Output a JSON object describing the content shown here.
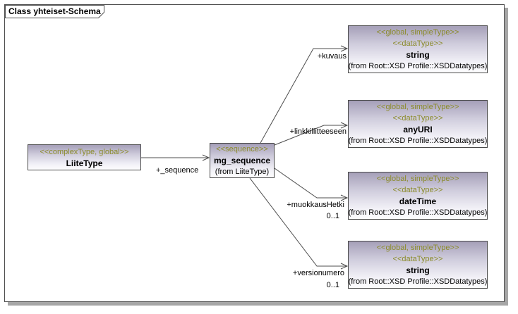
{
  "diagram": {
    "title": "Class yhteiset-Schema"
  },
  "colors": {
    "stereotype_text": "#8b8b2a",
    "box_gradient_top": "#a59fb8",
    "box_gradient_bottom": "#fdfdfe",
    "box_border": "#4a4a4a",
    "frame_border": "#4f4f4f",
    "connector": "#4d4d4d",
    "shadow": "#a6a6a6"
  },
  "classes": {
    "liitetype": {
      "stereotype": "<<complexType, global>>",
      "name": "LiiteType"
    },
    "mg_sequence": {
      "stereotype": "<<sequence>>",
      "name": "mg_sequence",
      "from": "(from LiiteType)"
    },
    "datatypes": [
      {
        "stereotype1": "<<global, simpleType>>",
        "stereotype2": "<<dataType>>",
        "name": "string",
        "from": "(from Root::XSD Profile::XSDDatatypes)"
      },
      {
        "stereotype1": "<<global, simpleType>>",
        "stereotype2": "<<dataType>>",
        "name": "anyURI",
        "from": "(from Root::XSD Profile::XSDDatatypes)"
      },
      {
        "stereotype1": "<<global, simpleType>>",
        "stereotype2": "<<dataType>>",
        "name": "dateTime",
        "from": "(from Root::XSD Profile::XSDDatatypes)"
      },
      {
        "stereotype1": "<<global, simpleType>>",
        "stereotype2": "<<dataType>>",
        "name": "string",
        "from": "(from Root::XSD Profile::XSDDatatypes)"
      }
    ]
  },
  "connections": [
    {
      "source": "LiiteType",
      "target": "mg_sequence",
      "label": "+_sequence",
      "multiplicity": ""
    },
    {
      "source": "mg_sequence",
      "target": "string",
      "label": "+kuvaus",
      "multiplicity": ""
    },
    {
      "source": "mg_sequence",
      "target": "anyURI",
      "label": "+linkkiliitteeseen",
      "multiplicity": ""
    },
    {
      "source": "mg_sequence",
      "target": "dateTime",
      "label": "+muokkausHetki",
      "multiplicity": "0..1"
    },
    {
      "source": "mg_sequence",
      "target": "string",
      "label": "+versionumero",
      "multiplicity": "0..1"
    }
  ]
}
